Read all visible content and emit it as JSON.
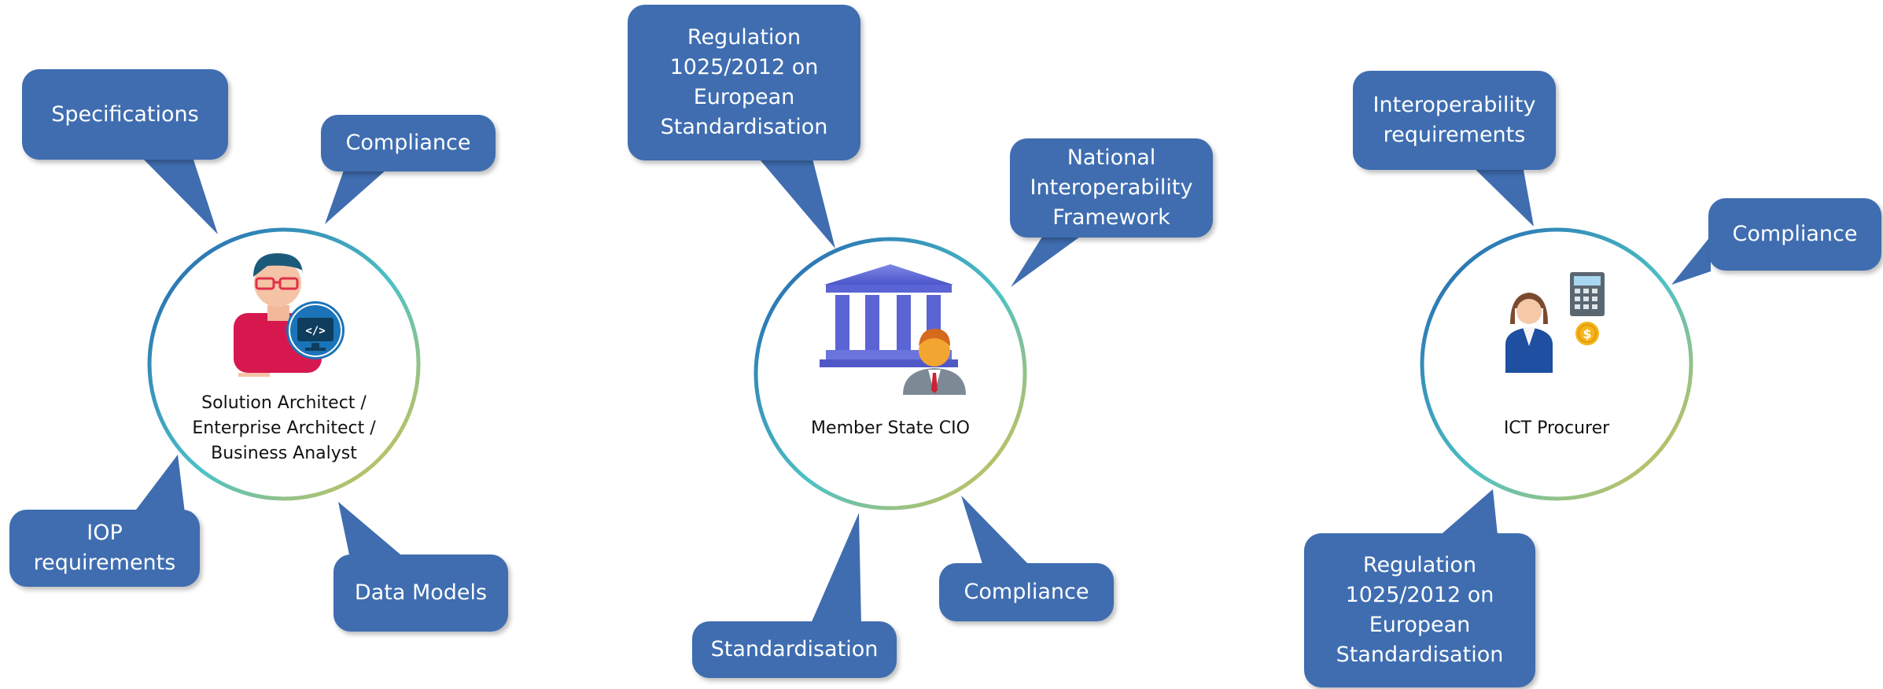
{
  "colors": {
    "bubble": "#3f6db0",
    "ring_start": "#1f5fb0",
    "ring_mid": "#4ec2c4",
    "ring_end": "#e6c240"
  },
  "personas": [
    {
      "role": "Solution Architect /\nEnterprise Architect /\nBusiness Analyst",
      "icon": "developer-icon",
      "bubbles": [
        "Specifications",
        "Compliance",
        "IOP\nrequirements",
        "Data Models"
      ]
    },
    {
      "role": "Member State CIO",
      "icon": "government-official-icon",
      "bubbles": [
        "Regulation\n1025/2012 on\nEuropean\nStandardisation",
        "National\nInteroperability\nFramework",
        "Standardisation",
        "Compliance"
      ]
    },
    {
      "role": "ICT Procurer",
      "icon": "procurer-icon",
      "bubbles": [
        "Interoperability\nrequirements",
        "Compliance",
        "Regulation\n1025/2012 on\nEuropean\nStandardisation"
      ]
    }
  ]
}
